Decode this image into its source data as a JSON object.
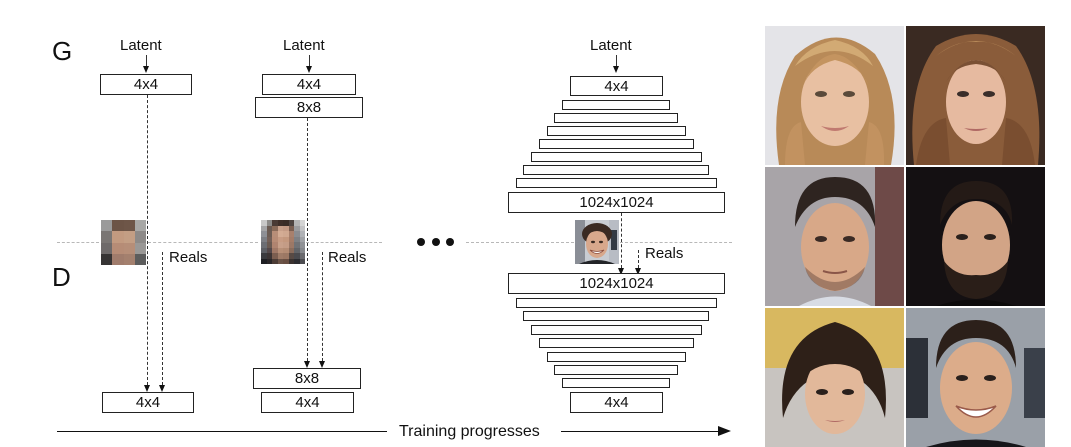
{
  "figure": {
    "generator_label": "G",
    "discriminator_label": "D",
    "axis_label": "Training progresses",
    "ellipsis": "...",
    "colors": {
      "stroke": "#222222",
      "dashed_divider": "#b8b8b8",
      "background": "#ffffff"
    }
  },
  "stages": [
    {
      "name": "stage-4x4",
      "latent_label": "Latent",
      "generator_layers": [
        "4x4"
      ],
      "discriminator_layers": [
        "4x4"
      ],
      "reals_label": "Reals",
      "sample_resolution": "4x4"
    },
    {
      "name": "stage-8x8",
      "latent_label": "Latent",
      "generator_layers": [
        "4x4",
        "8x8"
      ],
      "discriminator_layers": [
        "8x8",
        "4x4"
      ],
      "reals_label": "Reals",
      "sample_resolution": "8x8"
    },
    {
      "name": "stage-1024x1024",
      "latent_label": "Latent",
      "generator_layers": [
        "4x4",
        "",
        "",
        "",
        "",
        "",
        "",
        "",
        "1024x1024"
      ],
      "discriminator_layers": [
        "1024x1024",
        "",
        "",
        "",
        "",
        "",
        "",
        "",
        "4x4"
      ],
      "reals_label": "Reals",
      "sample_resolution": "1024x1024"
    }
  ],
  "sample_grid": {
    "rows": 3,
    "cols": 2,
    "images": [
      {
        "desc": "generated face, blonde woman smiling"
      },
      {
        "desc": "generated face, woman with wavy brown hair"
      },
      {
        "desc": "generated face, dark-haired man"
      },
      {
        "desc": "generated face, bearded man, dark background"
      },
      {
        "desc": "generated face, woman with short dark bangs"
      },
      {
        "desc": "generated face, smiling man"
      }
    ]
  }
}
